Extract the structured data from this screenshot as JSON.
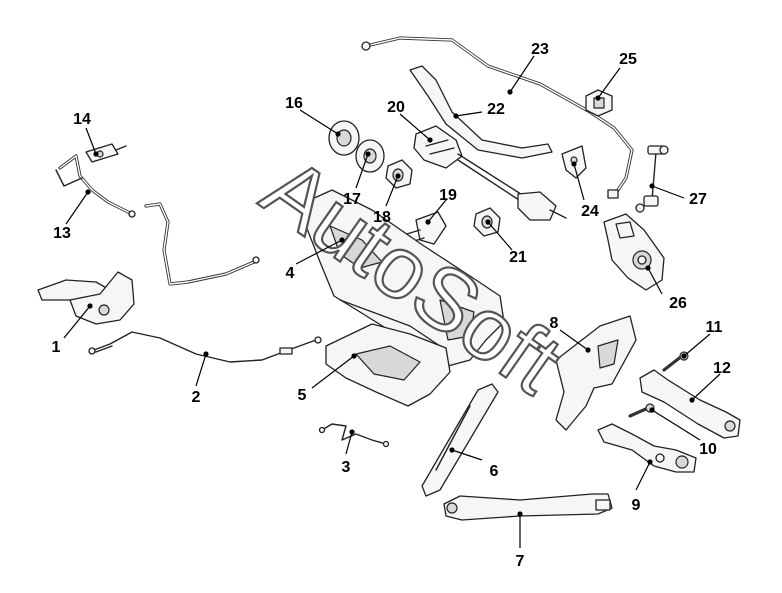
{
  "watermark": "AutoSoft",
  "callouts": [
    {
      "id": "1",
      "label": "1"
    },
    {
      "id": "2",
      "label": "2"
    },
    {
      "id": "3",
      "label": "3"
    },
    {
      "id": "4",
      "label": "4"
    },
    {
      "id": "5",
      "label": "5"
    },
    {
      "id": "6",
      "label": "6"
    },
    {
      "id": "7",
      "label": "7"
    },
    {
      "id": "8",
      "label": "8"
    },
    {
      "id": "9",
      "label": "9"
    },
    {
      "id": "10",
      "label": "10"
    },
    {
      "id": "11",
      "label": "11"
    },
    {
      "id": "12",
      "label": "12"
    },
    {
      "id": "13",
      "label": "13"
    },
    {
      "id": "14",
      "label": "14"
    },
    {
      "id": "16",
      "label": "16"
    },
    {
      "id": "17",
      "label": "17"
    },
    {
      "id": "18",
      "label": "18"
    },
    {
      "id": "19",
      "label": "19"
    },
    {
      "id": "20",
      "label": "20"
    },
    {
      "id": "21",
      "label": "21"
    },
    {
      "id": "22",
      "label": "22"
    },
    {
      "id": "23",
      "label": "23"
    },
    {
      "id": "24",
      "label": "24"
    },
    {
      "id": "25",
      "label": "25"
    },
    {
      "id": "26",
      "label": "26"
    },
    {
      "id": "27",
      "label": "27"
    }
  ]
}
